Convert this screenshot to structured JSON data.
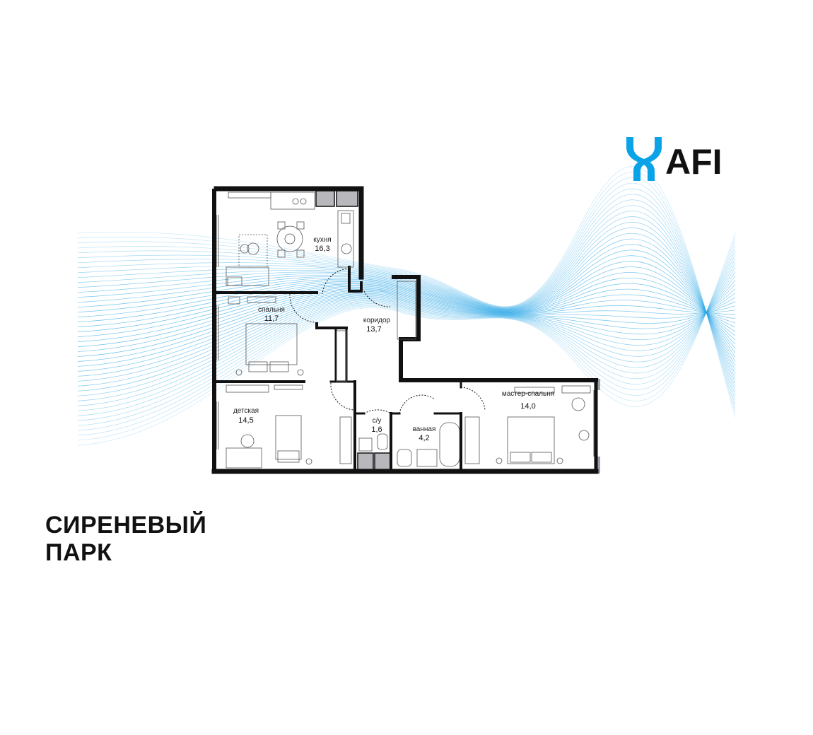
{
  "brand": {
    "logo_text": "AFI",
    "logo_color": "#0AA3E8"
  },
  "project": {
    "title_line1": "СИРЕНЕВЫЙ",
    "title_line2": "ПАРК"
  },
  "colors": {
    "wall": "#111111",
    "wave": "#2BA7E6",
    "furniture": "#555555",
    "shaft": "#B8B8BC"
  },
  "rooms": [
    {
      "name": "кухня",
      "area": "16,3"
    },
    {
      "name": "спальня",
      "area": "11,7"
    },
    {
      "name": "коридор",
      "area": "13,7"
    },
    {
      "name": "детская",
      "area": "14,5"
    },
    {
      "name": "с/у",
      "area": "1,6"
    },
    {
      "name": "ванная",
      "area": "4,2"
    },
    {
      "name": "мастер-спальня",
      "area": "14,0"
    }
  ]
}
